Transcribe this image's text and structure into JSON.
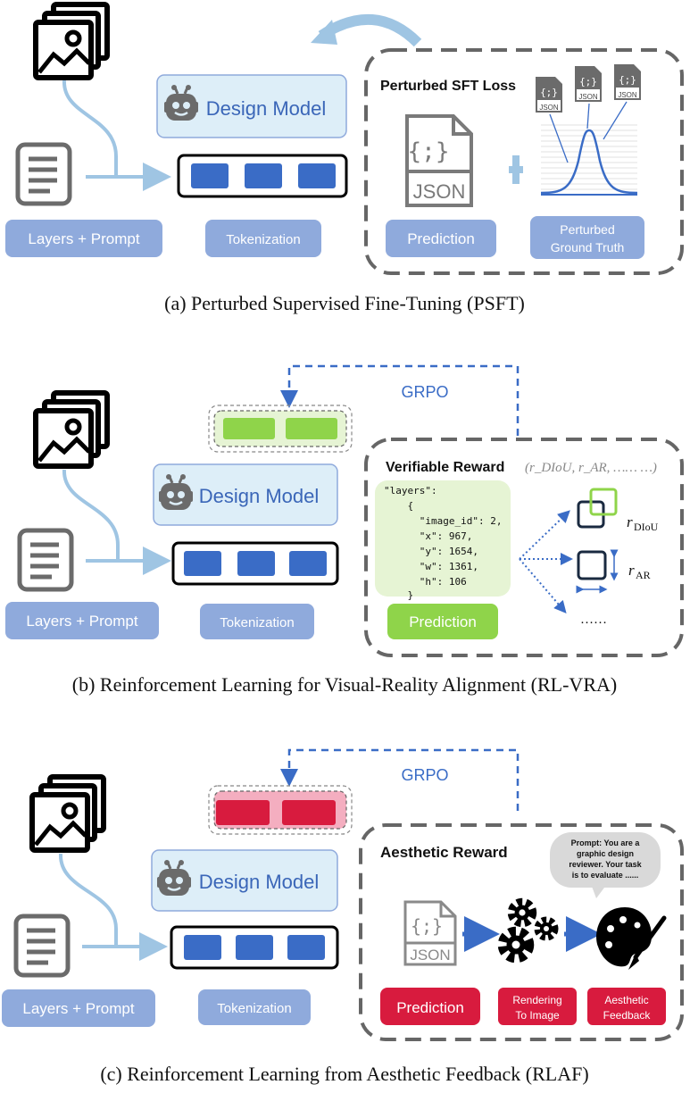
{
  "colors": {
    "light_blue": "#9fc5e3",
    "box_blue": "#8faadc",
    "token_blue": "#3a6cc6",
    "design_bg": "#ddeef8",
    "design_text": "#3a66b8",
    "green": "#8fd44a",
    "green_light": "#e6f4d4",
    "red": "#d81b3e",
    "pink": "#f4aec0",
    "dash_gray": "#666666",
    "grpo_blue": "#3a6cc6"
  },
  "panel_a": {
    "layers_prompt": "Layers + Prompt",
    "tokenization": "Tokenization",
    "design_model": "Design Model",
    "loss_title": "Perturbed SFT Loss",
    "json_label": "JSON",
    "json_braces": "{;}",
    "prediction": "Prediction",
    "perturbed_line1": "Perturbed",
    "perturbed_line2": "Ground Truth",
    "caption": "(a) Perturbed Supervised Fine-Tuning (PSFT)"
  },
  "panel_b": {
    "grpo": "GRPO",
    "design_model": "Design Model",
    "layers_prompt": "Layers + Prompt",
    "tokenization": "Tokenization",
    "reward_title": "Verifiable Reward",
    "reward_terms": "(r_DIoU, r_AR, …… …)",
    "r_diou": "r",
    "r_diou_sub": "DIoU",
    "r_ar": "r",
    "r_ar_sub": "AR",
    "ellipsis": "……",
    "prediction": "Prediction",
    "code_lines": [
      "\"layers\":",
      "    {",
      "      \"image_id\": 2,",
      "      \"x\": 967,",
      "      \"y\": 1654,",
      "      \"w\": 1361,",
      "      \"h\": 106",
      "    }"
    ],
    "caption": "(b) Reinforcement Learning for Visual-Reality Alignment (RL-VRA)"
  },
  "panel_c": {
    "grpo": "GRPO",
    "design_model": "Design Model",
    "layers_prompt": "Layers + Prompt",
    "tokenization": "Tokenization",
    "reward_title": "Aesthetic Reward",
    "bubble_lines": [
      "Prompt: You are a",
      "graphic design",
      "reviewer. Your task",
      "is to evaluate ......"
    ],
    "json_label": "JSON",
    "json_braces": "{;}",
    "prediction": "Prediction",
    "rendering_line1": "Rendering",
    "rendering_line2": "To Image",
    "aesthetic_line1": "Aesthetic",
    "aesthetic_line2": "Feedback",
    "caption": "(c) Reinforcement Learning from Aesthetic Feedback (RLAF)"
  }
}
